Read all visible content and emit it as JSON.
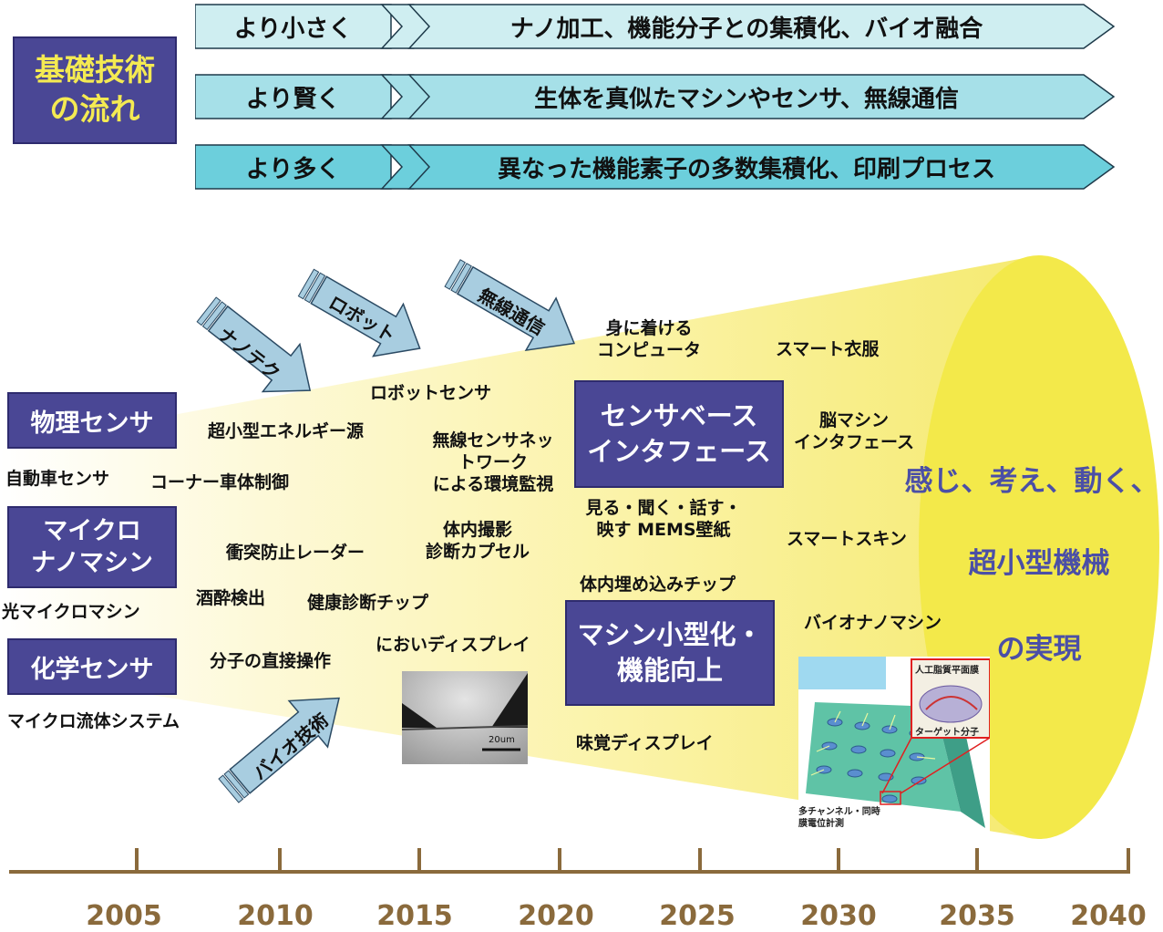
{
  "header": {
    "title_line1": "基礎技術",
    "title_line2": "の流れ",
    "flows": [
      {
        "short": "より小さく",
        "long": "ナノ加工、機能分子との集積化、バイオ融合",
        "color": "#cfeef1"
      },
      {
        "short": "より賢く",
        "long": "生体を真似たマシンやセンサ、無線通信",
        "color": "#a6e0e8"
      },
      {
        "short": "より多く",
        "long": "異なった機能素子の多数集積化、印刷プロセス",
        "color": "#6ccfdc"
      }
    ]
  },
  "tech_arrows": {
    "nanotech": "ナノテク",
    "robot": "ロボット",
    "wireless": "無線通信",
    "bio": "バイオ技術"
  },
  "categories": {
    "physical": "物理センサ",
    "micro_line1": "マイクロ",
    "micro_line2": "ナノマシン",
    "chemical": "化学センサ",
    "sensor_base_line1": "センサベース",
    "sensor_base_line2": "インタフェース",
    "miniature_line1": "マシン小型化・",
    "miniature_line2": "機能向上"
  },
  "items": {
    "auto_sensor": "自動車センサ",
    "optical_micromachine": "光マイクロマシン",
    "microfluidic": "マイクロ流体システム",
    "ultra_small_energy": "超小型エネルギー源",
    "corner_control": "コーナー車体制御",
    "collision_radar": "衝突防止レーダー",
    "drunk_detect": "酒酔検出",
    "health_chip": "健康診断チップ",
    "molecule_operation": "分子の直接操作",
    "robot_sensor": "ロボットセンサ",
    "wsn_line1": "無線センサネッ",
    "wsn_line2": "トワーク",
    "wsn_line3": "による環境監視",
    "capsule_line1": "体内撮影",
    "capsule_line2": "診断カプセル",
    "smell_display": "においディスプレイ",
    "wearable_line1": "身に着ける",
    "wearable_line2": "コンピュータ",
    "mems_line1": "見る・聞く・話す・",
    "mems_line2": "映す MEMS壁紙",
    "implant_chip": "体内埋め込みチップ",
    "taste_display": "味覚ディスプレイ",
    "smart_clothes": "スマート衣服",
    "bmi_line1": "脳マシン",
    "bmi_line2": "インタフェース",
    "smart_skin": "スマートスキン",
    "bio_nano": "バイオナノマシン"
  },
  "images": {
    "micro_scale": "20um",
    "membrane_label": "人工脂質平面膜",
    "target_label": "ターゲット分子",
    "caption_line1": "多チャンネル・同時",
    "caption_line2": "膜電位計測"
  },
  "goal": {
    "line1": "感じ、考え、動く、",
    "line2": "超小型機械",
    "line3": "の実現"
  },
  "timeline": {
    "years": [
      "2005",
      "2010",
      "2015",
      "2020",
      "2025",
      "2030",
      "2035",
      "2040"
    ],
    "color": "#8a6a3c"
  }
}
